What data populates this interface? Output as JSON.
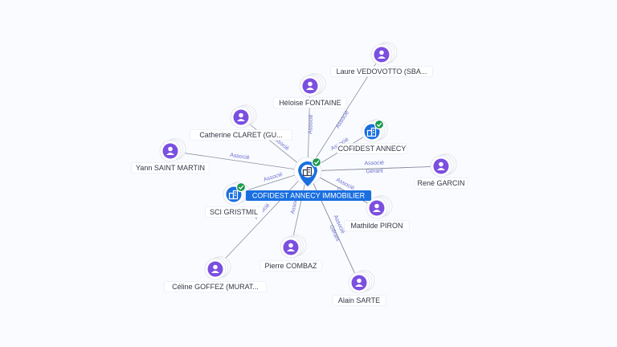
{
  "colors": {
    "person": "#7b4fe0",
    "company": "#1a6fe0",
    "check": "#1c9a4e",
    "edge_label": "#6a6fd0",
    "center_label_bg": "#1a6fe0"
  },
  "center": {
    "label": "COFIDEST ANNECY IMMOBILIER",
    "icon": "building-icon",
    "verified_icon": "check-badge-icon"
  },
  "nodes": [
    {
      "id": "laure",
      "label": "Laure VEDOVOTTO (SBA...",
      "kind": "person",
      "icon": "person-icon"
    },
    {
      "id": "heloise",
      "label": "Héloise FONTAINE",
      "kind": "person",
      "icon": "person-icon"
    },
    {
      "id": "catherine",
      "label": "Catherine CLARET (GU...",
      "kind": "person",
      "icon": "person-icon"
    },
    {
      "id": "yann",
      "label": "Yann SAINT MARTIN",
      "kind": "person",
      "icon": "person-icon"
    },
    {
      "id": "cofidest",
      "label": "COFIDEST ANNECY",
      "kind": "company",
      "icon": "building-icon",
      "verified": true
    },
    {
      "id": "rene",
      "label": "René GARCIN",
      "kind": "person",
      "icon": "person-icon"
    },
    {
      "id": "sci",
      "label": "SCI GRISTMIL",
      "kind": "company",
      "icon": "building-icon",
      "verified": true
    },
    {
      "id": "mathilde",
      "label": "Mathilde PIRON",
      "kind": "person",
      "icon": "person-icon"
    },
    {
      "id": "pierre",
      "label": "Pierre COMBAZ",
      "kind": "person",
      "icon": "person-icon"
    },
    {
      "id": "celine",
      "label": "Céline GOFFEZ (MURAT...",
      "kind": "person",
      "icon": "person-icon"
    },
    {
      "id": "alain",
      "label": "Alain SARTE",
      "kind": "person",
      "icon": "person-icon"
    }
  ],
  "edges": [
    {
      "from": "laure",
      "label": "Associé"
    },
    {
      "from": "heloise",
      "label": "Associé"
    },
    {
      "from": "catherine",
      "label": "Associé"
    },
    {
      "from": "yann",
      "label": "Associé"
    },
    {
      "from": "cofidest",
      "label": "Associé"
    },
    {
      "from": "rene",
      "label": "Gérant"
    },
    {
      "from": "rene",
      "label": "Associé"
    },
    {
      "from": "sci",
      "label": "Associé"
    },
    {
      "from": "mathilde",
      "label": "Gérant"
    },
    {
      "from": "mathilde",
      "label": "Associé"
    },
    {
      "from": "pierre",
      "label": "Associé"
    },
    {
      "from": "celine",
      "label": "Associé"
    },
    {
      "from": "alain",
      "label": "Gérant"
    },
    {
      "from": "alain",
      "label": "Associé"
    }
  ]
}
